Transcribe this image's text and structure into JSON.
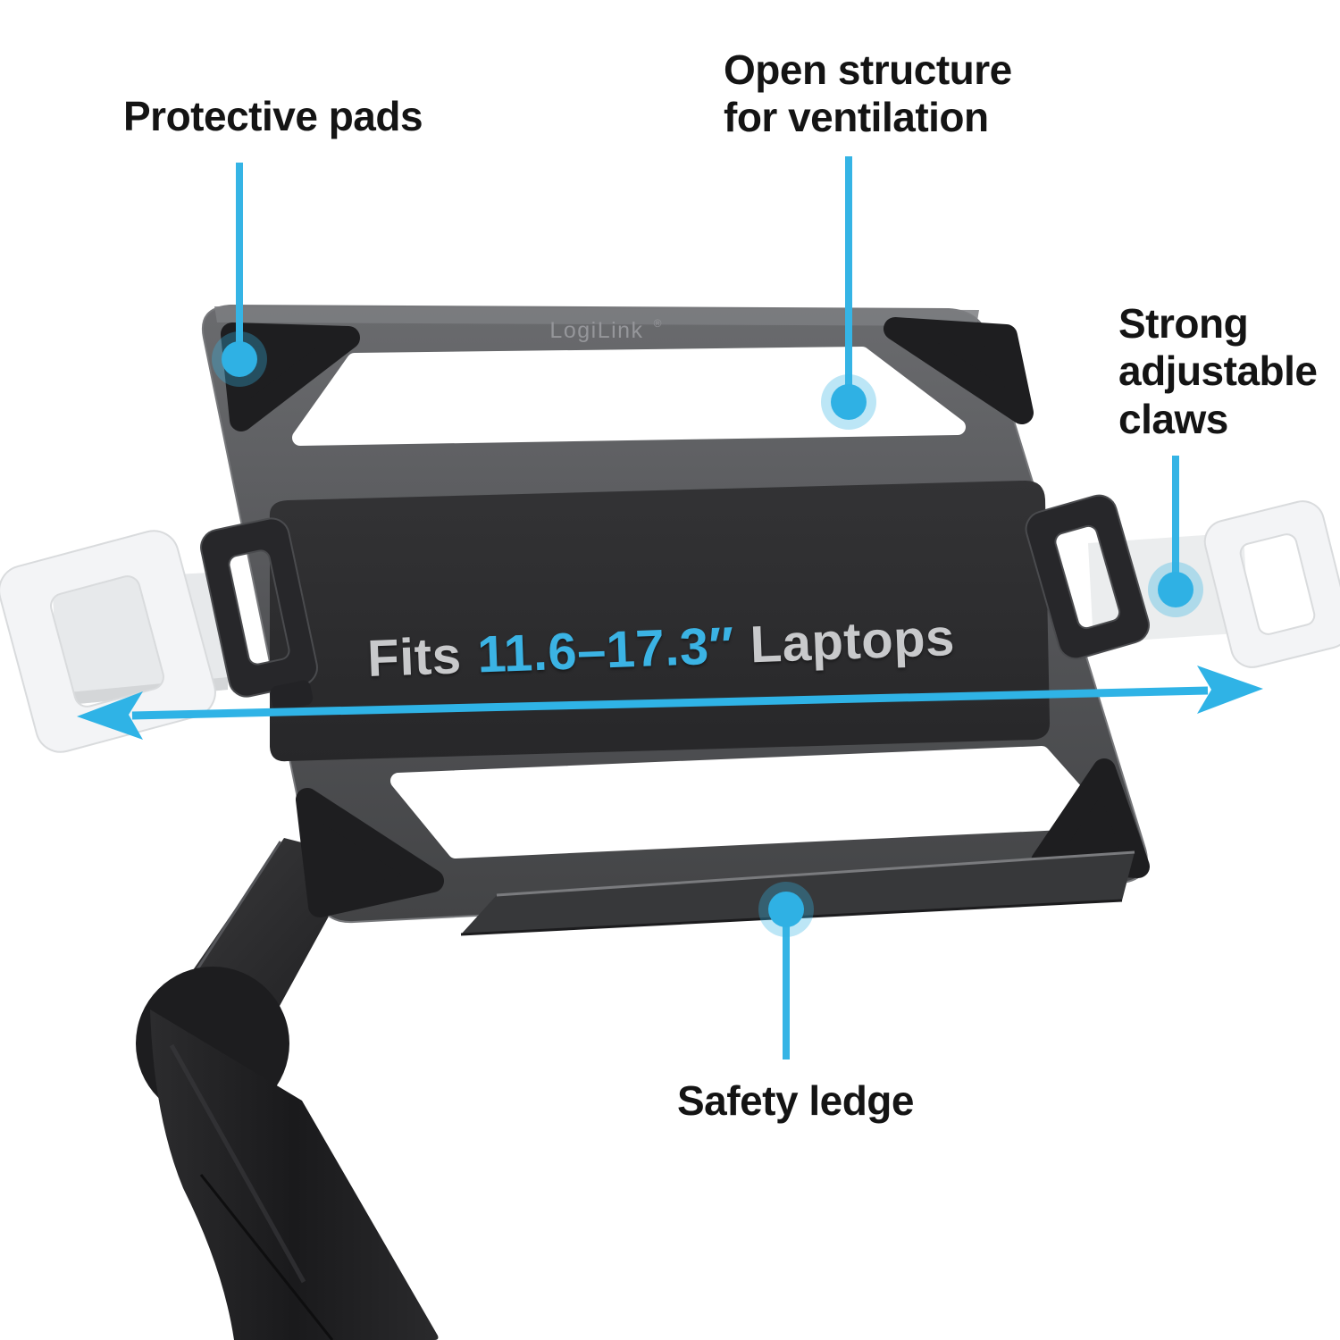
{
  "callouts": {
    "protective_pads": {
      "label": "Protective pads"
    },
    "open_structure": {
      "label": "Open structure\nfor ventilation"
    },
    "strong_claws": {
      "label": "Strong\nadjustable\nclaws"
    },
    "safety_ledge": {
      "label": "Safety ledge"
    }
  },
  "product": {
    "brand": "LogiLink",
    "brand_mark": "®",
    "fits_prefix": "Fits",
    "fits_range": "11.6–17.3″",
    "fits_suffix": "Laptops"
  },
  "annotations": {
    "dot_icon": "callout-dot",
    "arrow_icon": "double-headed-horizontal-arrow",
    "accent_blue": "#2fb1e4",
    "line_blue": "#35b4e5",
    "range_text_blue": "#3bb3e4",
    "fits_text_gray": "#c8c9cb",
    "label_color": "#141414"
  }
}
